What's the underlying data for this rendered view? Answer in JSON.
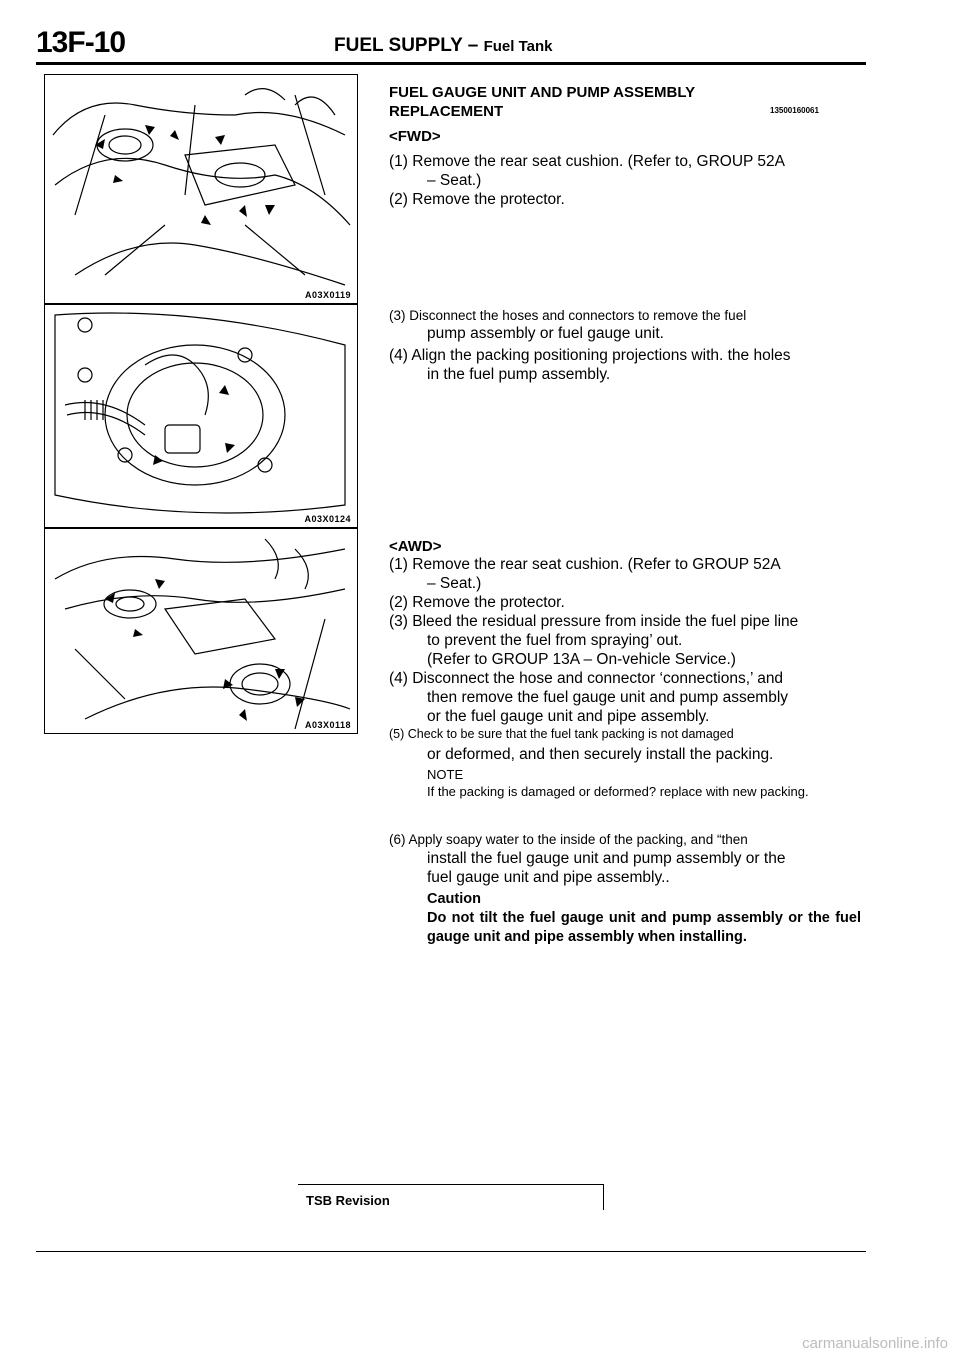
{
  "header": {
    "page_number": "13F-10",
    "title_main": "FUEL SUPPLY –",
    "title_sub": "Fuel Tank"
  },
  "figures": [
    {
      "code": "A03X0119"
    },
    {
      "code": "A03X0124"
    },
    {
      "code": "A03X0118"
    }
  ],
  "section": {
    "title_line1": "FUEL GAUGE UNIT AND PUMP ASSEMBLY",
    "title_line2": "REPLACEMENT",
    "id": "13500160061"
  },
  "fwd": {
    "tag": "<FWD>",
    "steps": [
      {
        "first": "(1) Remove the rear seat cushion. (Refer to, GROUP 52A",
        "cont": "– Seat.)"
      },
      {
        "first": "(2) Remove the protector.",
        "cont": ""
      },
      {
        "first": "(3) Disconnect the hoses and connectors to remove the fuel",
        "cont": "pump assembly or fuel gauge unit."
      },
      {
        "first": "(4) Align the packing positioning projections with. the holes",
        "cont": "in the fuel pump assembly."
      }
    ]
  },
  "awd": {
    "tag": "<AWD>",
    "steps": [
      {
        "first": "(1) Remove the rear seat cushion. (Refer to GROUP 52A",
        "cont": "– Seat.)"
      },
      {
        "first": "(2) Remove the protector.",
        "cont": ""
      },
      {
        "first": "(3) Bleed the residual pressure from inside the fuel pipe line",
        "cont": "to prevent the fuel from spraying’ out.",
        "cont2": "(Refer to GROUP 13A – On-vehicle Service.)"
      },
      {
        "first": "(4) Disconnect the hose and connector ‘connections,’ and",
        "cont": "then remove the fuel gauge unit and pump assembly",
        "cont2": "or the fuel gauge unit and pipe assembly."
      },
      {
        "first": "(5) Check to be sure that the fuel tank packing is not damaged",
        "cont": "or deformed, and then securely install the packing."
      }
    ],
    "note_heading": "NOTE",
    "note_text": "If the packing is damaged or deformed? replace with new packing.",
    "step6_first": "(6) Apply soapy water to the inside of the packing, and “then",
    "step6_cont": "install the fuel gauge unit and pump assembly or the",
    "step6_cont2": "fuel gauge unit and pipe assembly..",
    "caution_heading": "Caution",
    "caution_text": "Do not tilt the fuel gauge unit and pump assembly or the fuel gauge unit and pipe assembly when installing."
  },
  "footer": {
    "tsb": "TSB Revision",
    "watermark": "carmanualsonline.info"
  }
}
